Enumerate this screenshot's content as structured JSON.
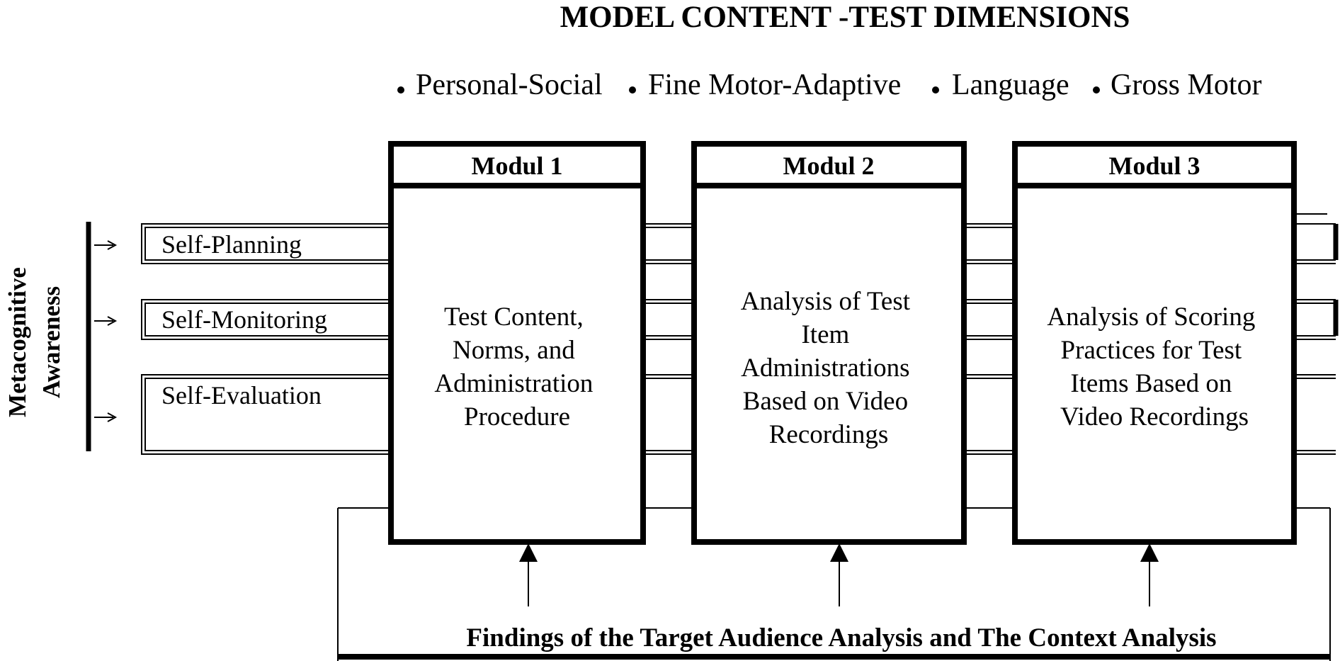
{
  "title": "MODEL CONTENT -TEST DIMENSIONS",
  "dimensions": [
    "Personal-Social",
    "Fine Motor-Adaptive",
    "Language",
    "Gross Motor"
  ],
  "metacognitive": {
    "label_line1": "Metacognitive",
    "label_line2": "Awareness",
    "items": [
      "Self-Planning",
      "Self-Monitoring",
      "Self-Evaluation"
    ]
  },
  "modules": [
    {
      "title": "Modul 1",
      "lines": [
        "Test Content,",
        "Norms, and",
        "Administration",
        "Procedure"
      ]
    },
    {
      "title": "Modul 2",
      "lines": [
        "Analysis of Test",
        "Item",
        "Administrations",
        "Based on Video",
        "Recordings"
      ]
    },
    {
      "title": "Modul 3",
      "lines": [
        "Analysis of Scoring",
        "Practices for Test",
        "Items Based on",
        "Video Recordings"
      ]
    }
  ],
  "findings": "Findings of the Target Audience Analysis and The Context Analysis"
}
